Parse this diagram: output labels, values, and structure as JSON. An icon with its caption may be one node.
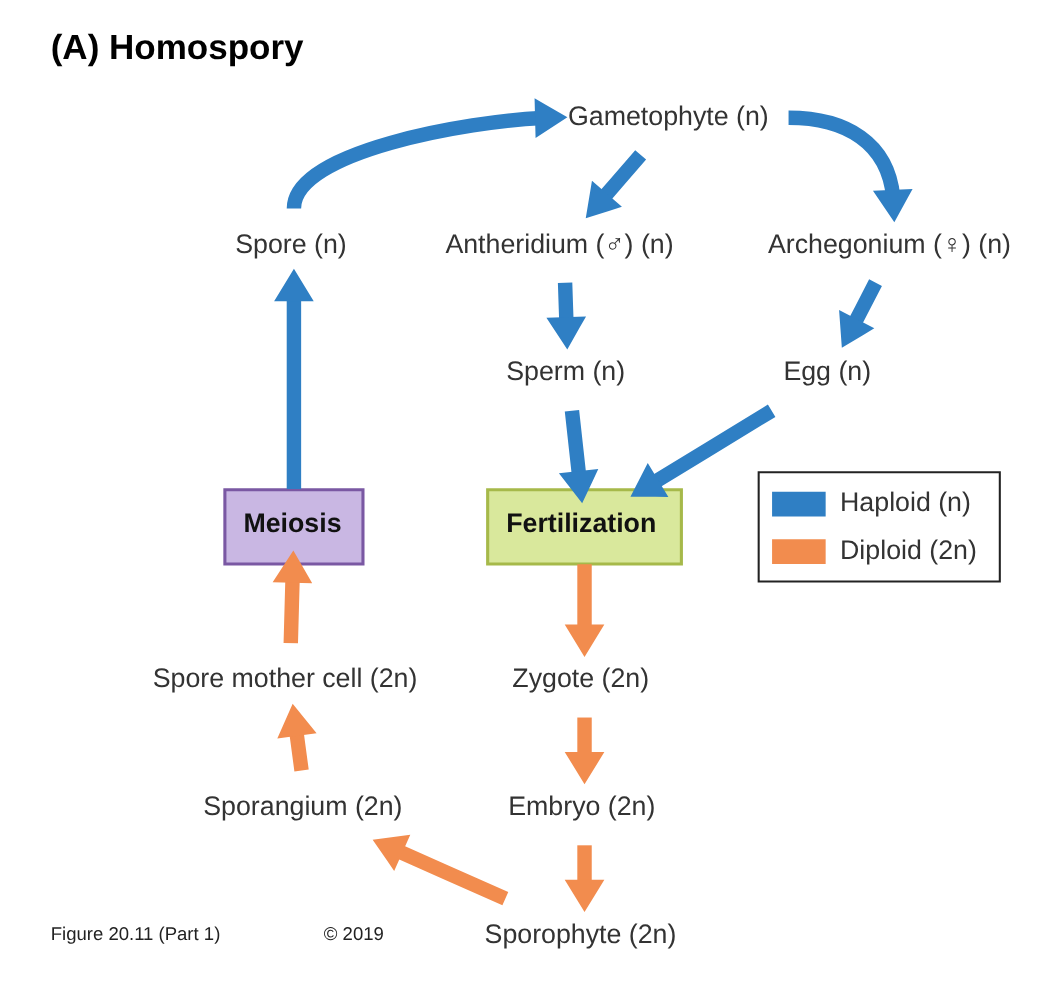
{
  "diagram": {
    "title": "(A) Homospory",
    "nodes": [
      {
        "text": [
          "Gametophyte (n)"
        ]
      },
      {
        "text": [
          "Archegonium (♀) (n)"
        ]
      },
      {
        "text": [
          "Antheridium (♂) (n)"
        ]
      },
      {
        "text": [
          "Sperm (n)"
        ]
      },
      {
        "text": [
          "Egg (n)"
        ]
      },
      {
        "text": [
          "Fertilization"
        ]
      },
      {
        "text": [
          "Zygote (2n)"
        ]
      },
      {
        "text": [
          "Embryo (2n)"
        ]
      },
      {
        "text": [
          "Sporophyte (2n)"
        ]
      },
      {
        "text": [
          "Sporangium (2n)"
        ]
      },
      {
        "text": [
          "Spore mother cell (2n)"
        ]
      },
      {
        "text": [
          "Meiosis"
        ]
      },
      {
        "text": [
          "Spore (n)"
        ]
      }
    ],
    "edges": [
      {
        "from": 12,
        "to": 0,
        "arrow": "to"
      },
      {
        "from": 0,
        "to": 2,
        "arrow": "to"
      },
      {
        "from": 0,
        "to": 1,
        "arrow": "to"
      },
      {
        "from": 2,
        "to": 3,
        "arrow": "to"
      },
      {
        "from": 1,
        "to": 4,
        "arrow": "to"
      },
      {
        "from": 3,
        "to": 5,
        "arrow": "to"
      },
      {
        "from": 4,
        "to": 5,
        "arrow": "to"
      },
      {
        "from": 5,
        "to": 6,
        "arrow": "to",
        "color": "#f28c4e"
      },
      {
        "from": 6,
        "to": 7,
        "arrow": "to",
        "color": "#f28c4e"
      },
      {
        "from": 7,
        "to": 8,
        "arrow": "to",
        "color": "#f28c4e"
      },
      {
        "from": 8,
        "to": 9,
        "arrow": "to",
        "color": "#f28c4e"
      },
      {
        "from": 9,
        "to": 10,
        "arrow": "to",
        "color": "#f28c4e"
      },
      {
        "from": 10,
        "to": 11,
        "arrow": "to",
        "color": "#f28c4e"
      },
      {
        "from": 11,
        "to": 12,
        "arrow": "to"
      }
    ],
    "labels": [
      "Figure 20.11 (Part 1)",
      "© 2019"
    ],
    "legend": [
      {
        "text": "Haploid (n)",
        "color": "#2f7fc4"
      },
      {
        "text": "Diploid (2n)",
        "color": "#f28c4e"
      }
    ]
  }
}
